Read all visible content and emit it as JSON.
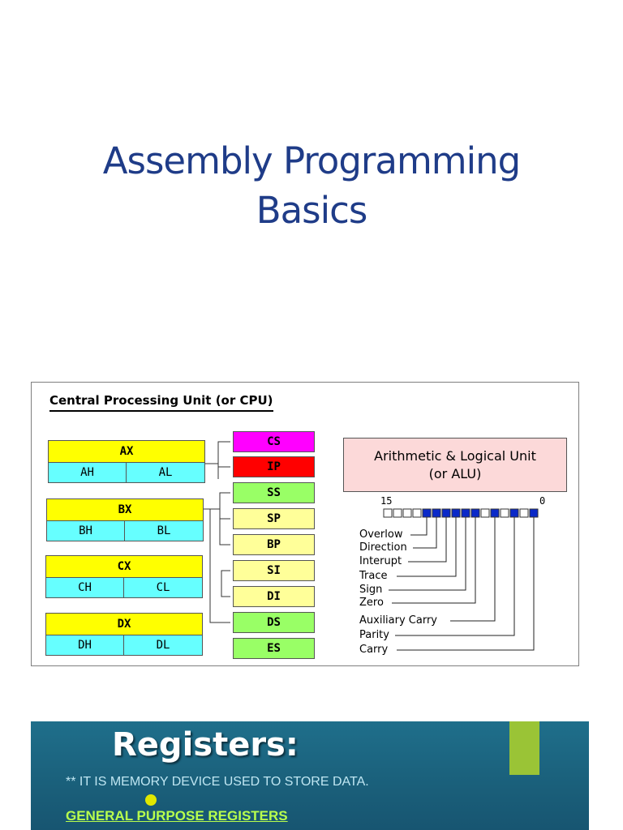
{
  "title": {
    "line1": "Assembly Programming",
    "line2": "Basics"
  },
  "cpu_diagram": {
    "heading": "Central Processing Unit (or CPU)",
    "general_registers": [
      {
        "name": "AX",
        "high": "AH",
        "low": "AL"
      },
      {
        "name": "BX",
        "high": "BH",
        "low": "BL"
      },
      {
        "name": "CX",
        "high": "CH",
        "low": "CL"
      },
      {
        "name": "DX",
        "high": "DH",
        "low": "DL"
      }
    ],
    "segment_registers": [
      {
        "name": "CS",
        "color": "#ff00ff"
      },
      {
        "name": "IP",
        "color": "#ff0000"
      },
      {
        "name": "SS",
        "color": "#99ff66"
      },
      {
        "name": "SP",
        "color": "#ffff99"
      },
      {
        "name": "BP",
        "color": "#ffff99"
      },
      {
        "name": "SI",
        "color": "#ffff99"
      },
      {
        "name": "DI",
        "color": "#ffff99"
      },
      {
        "name": "DS",
        "color": "#99ff66"
      },
      {
        "name": "ES",
        "color": "#99ff66"
      }
    ],
    "alu": {
      "line1": "Arithmetic & Logical Unit",
      "line2": "(or ALU)"
    },
    "flags": {
      "bit_high": "15",
      "bit_low": "0",
      "labels": [
        "Overlow",
        "Direction",
        "Interupt",
        "Trace",
        "Sign",
        "Zero",
        "Auxiliary Carry",
        "Parity",
        "Carry"
      ]
    }
  },
  "banner": {
    "heading": "Registers:",
    "note": "** IT IS MEMORY DEVICE USED TO STORE DATA.",
    "subheading": "GENERAL PURPOSE REGISTERS"
  },
  "colors": {
    "title": "#1f3c88",
    "full_register": "#ffff00",
    "half_register": "#66ffff",
    "flag_bit_set": "#0a29c8",
    "banner_bg": "#1a5f7a",
    "banner_subheading": "#b8ff4d"
  }
}
